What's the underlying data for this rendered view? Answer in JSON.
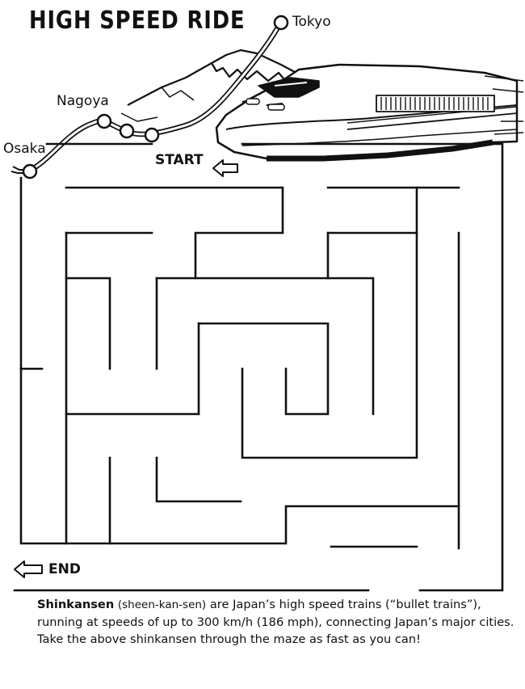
{
  "title": "High Speed Ride",
  "cities": {
    "tokyo": "Tokyo",
    "nagoya": "Nagoya",
    "osaka": "Osaka"
  },
  "start_label": "START",
  "end_label": "END",
  "description": {
    "term": "Shinkansen",
    "pronunciation": "(sheen-kan-sen)",
    "text": "are Japan’s high speed trains (“bullet trains”), running at speeds of up to 300 km/h (186 mph), connecting Japan’s major cities. Take the above shinkansen through the maze as fast as you can!"
  },
  "icons": {
    "start_arrow": "arrow-left-icon",
    "end_arrow": "arrow-left-icon",
    "train": "bullet-train-illustration",
    "mountain": "mount-fuji-illustration"
  },
  "colors": {
    "ink": "#111111",
    "paper": "#ffffff"
  }
}
